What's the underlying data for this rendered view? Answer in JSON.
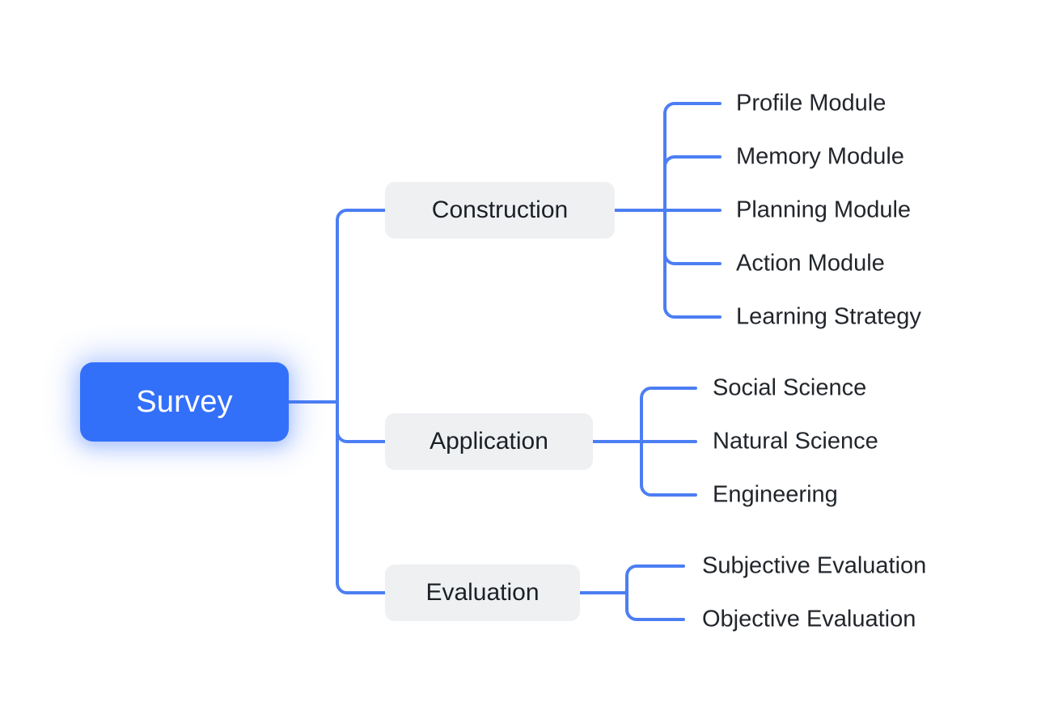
{
  "diagram": {
    "type": "mindmap",
    "orientation": "left-to-right",
    "colors": {
      "root_fill": "#3370fa",
      "root_text": "#ffffff",
      "category_fill": "#eef0f2",
      "category_text": "#1c2026",
      "leaf_text": "#22262b",
      "edge": "#4c7ef3",
      "background": "#ffffff"
    },
    "root": {
      "label": "Survey"
    },
    "branches": [
      {
        "label": "Construction",
        "leaves": [
          {
            "label": "Profile Module"
          },
          {
            "label": "Memory Module"
          },
          {
            "label": "Planning Module"
          },
          {
            "label": "Action Module"
          },
          {
            "label": "Learning Strategy"
          }
        ]
      },
      {
        "label": "Application",
        "leaves": [
          {
            "label": "Social Science"
          },
          {
            "label": "Natural Science"
          },
          {
            "label": "Engineering"
          }
        ]
      },
      {
        "label": "Evaluation",
        "leaves": [
          {
            "label": "Subjective Evaluation"
          },
          {
            "label": "Objective Evaluation"
          }
        ]
      }
    ]
  }
}
